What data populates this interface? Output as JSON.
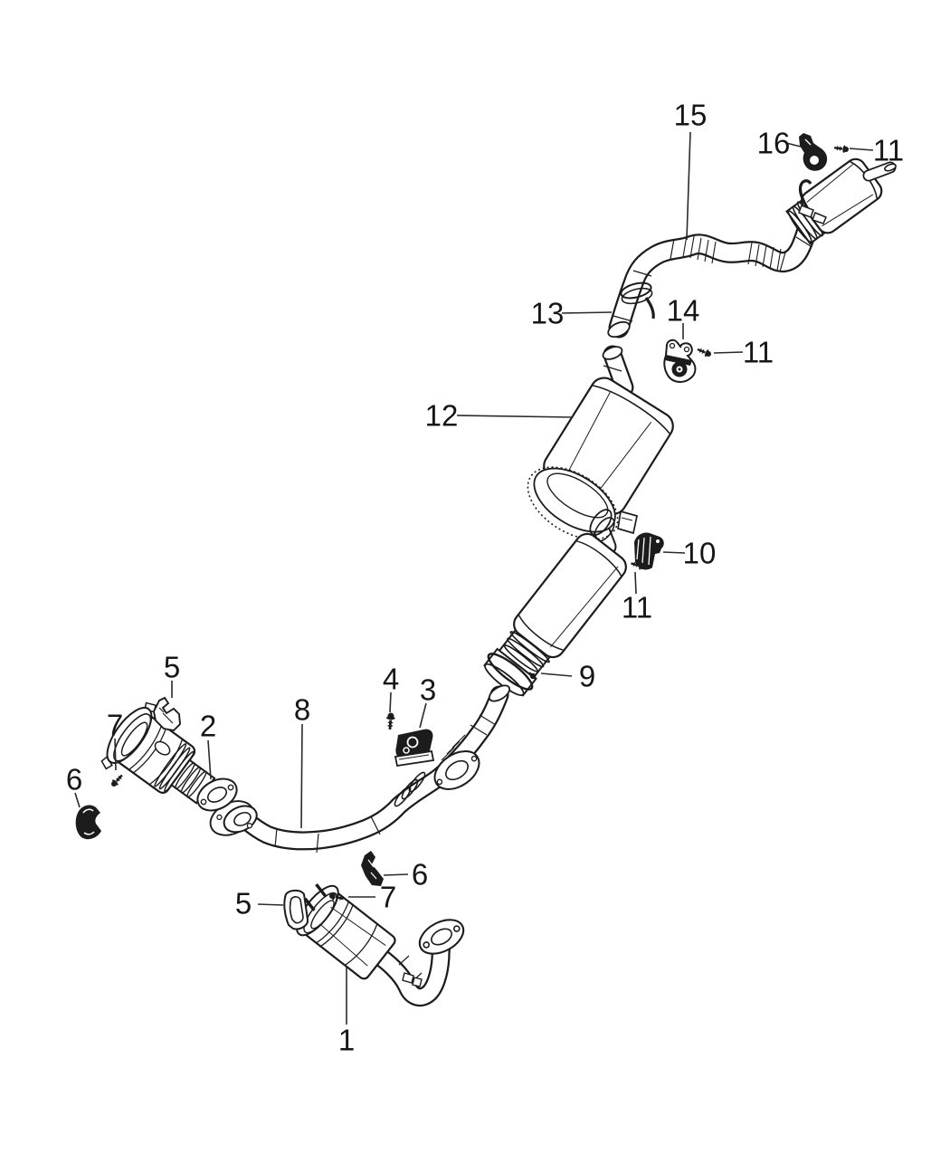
{
  "canvas": {
    "background": "#ffffff",
    "line_color": "#1c1c1c",
    "label_color": "#161616"
  },
  "callouts": [
    {
      "id": "15",
      "number": "15"
    },
    {
      "id": "16",
      "number": "16"
    },
    {
      "id": "11-top",
      "number": "11"
    },
    {
      "id": "13",
      "number": "13"
    },
    {
      "id": "14",
      "number": "14"
    },
    {
      "id": "11-mid",
      "number": "11"
    },
    {
      "id": "12",
      "number": "12"
    },
    {
      "id": "10",
      "number": "10"
    },
    {
      "id": "11-lower",
      "number": "11"
    },
    {
      "id": "9",
      "number": "9"
    },
    {
      "id": "5-shield",
      "number": "5"
    },
    {
      "id": "7-upper",
      "number": "7"
    },
    {
      "id": "2",
      "number": "2"
    },
    {
      "id": "6-clamp",
      "number": "6"
    },
    {
      "id": "8",
      "number": "8"
    },
    {
      "id": "4",
      "number": "4"
    },
    {
      "id": "3",
      "number": "3"
    },
    {
      "id": "6-shield",
      "number": "6"
    },
    {
      "id": "7-lower",
      "number": "7"
    },
    {
      "id": "5-gasket",
      "number": "5"
    },
    {
      "id": "1",
      "number": "1"
    }
  ]
}
